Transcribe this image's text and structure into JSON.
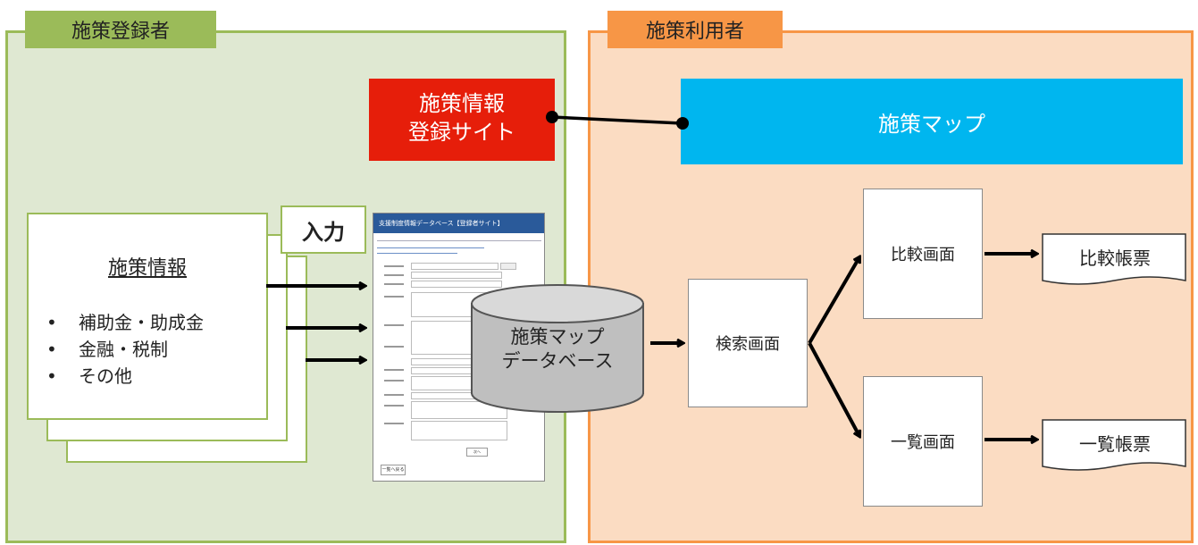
{
  "left_panel": {
    "title": "施策登録者"
  },
  "right_panel": {
    "title": "施策利用者"
  },
  "registration_site": {
    "line1": "施策情報",
    "line2": "登録サイト"
  },
  "policy_map": {
    "label": "施策マップ"
  },
  "policy_info_doc": {
    "title": "施策情報",
    "items": [
      "補助金・助成金",
      "金融・税制",
      "その他"
    ]
  },
  "input_label": "入力",
  "form_screenshot": {
    "header": "支援制度情報データベース【登録者サイト】",
    "back_button": "一覧へ戻る",
    "next_button": "次へ"
  },
  "database": {
    "line1": "施策マップ",
    "line2": "データベース"
  },
  "search_screen": "検索画面",
  "compare_screen": "比較画面",
  "list_screen": "一覧画面",
  "compare_report": "比較帳票",
  "list_report": "一覧帳票",
  "colors": {
    "left_panel_bg": "#dfe8d2",
    "left_panel_border": "#9bbb59",
    "right_panel_bg": "#fbdcc2",
    "right_panel_border": "#f79646",
    "registration_site": "#e61e0a",
    "policy_map": "#00b6ef",
    "database": "#bfbfbf"
  }
}
